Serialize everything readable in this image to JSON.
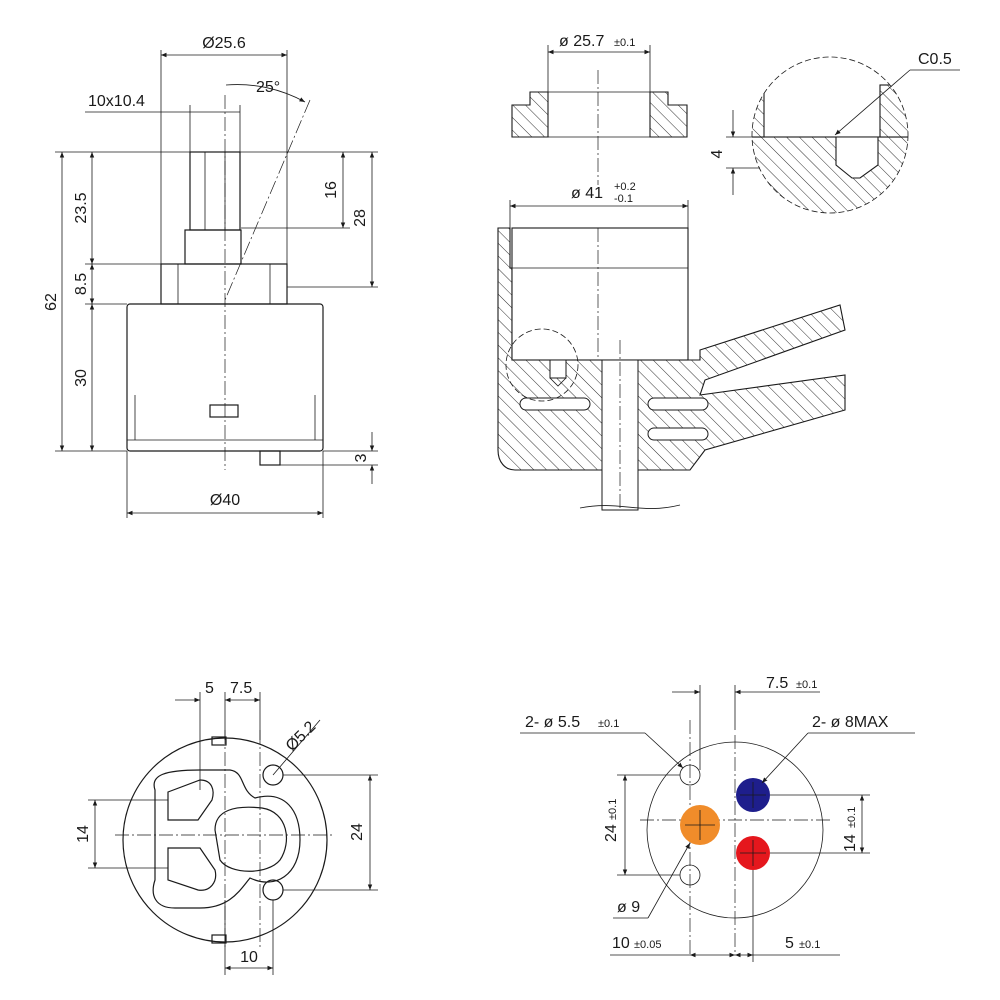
{
  "colors": {
    "line": "#1a1a1a",
    "port_blue": "#1e1e8c",
    "port_red": "#e5171d",
    "port_orange": "#f08c2a"
  },
  "front_view": {
    "dim_top_diameter": "Ø25.6",
    "dim_spline": "10x10.4",
    "dim_angle": "25°",
    "dim_stem_height": "23.5",
    "dim_collar_height": "8.5",
    "dim_body_height": "30",
    "dim_total_height": "62",
    "dim_flat": "16",
    "dim_stem_total": "28",
    "dim_pin": "3",
    "dim_body_diameter": "Ø40"
  },
  "section_view": {
    "dim_ring_diameter": "ø 25.7",
    "dim_ring_tol": "±0.1",
    "dim_housing_diameter": "ø 41",
    "dim_housing_tol_upper": "+0.2",
    "dim_housing_tol_lower": "-0.1",
    "detail_chamfer": "C0.5",
    "detail_depth": "4"
  },
  "bottom_view": {
    "dim_a": "5",
    "dim_b": "7.5",
    "dim_hole": "Ø5.2",
    "dim_port_spacing": "14",
    "dim_hole_spacing": "24",
    "dim_offset": "10"
  },
  "mounting_view": {
    "dim_offset_top": "7.5",
    "dim_offset_top_tol": "±0.1",
    "dim_pin_holes": "2- ø 5.5",
    "dim_pin_holes_tol": "±0.1",
    "dim_ports_max": "2- ø 8MAX",
    "dim_pin_spacing": "24",
    "dim_pin_spacing_tol": "±0.1",
    "dim_port_spacing": "14",
    "dim_port_spacing_tol": "±0.1",
    "dim_outlet": "ø 9",
    "dim_bottom_left": "10",
    "dim_bottom_left_tol": "±0.05",
    "dim_bottom_right": "5",
    "dim_bottom_right_tol": "±0.1"
  }
}
